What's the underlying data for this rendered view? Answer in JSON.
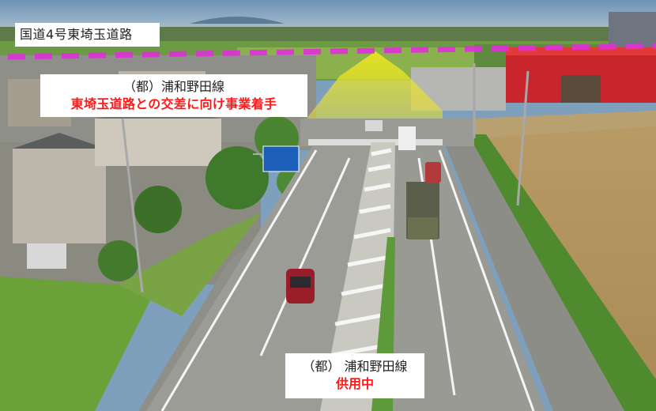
{
  "labels": {
    "route_title": "国道4号東埼玉道路",
    "upper_road_name": "（都）浦和野田線",
    "upper_status": "東埼玉道路との交差に向け事業着手",
    "lower_road_name": "（都） 浦和野田線",
    "lower_status": "供用中"
  },
  "colors": {
    "planned_route_line": "#e030d8",
    "highlight_zone": "#f2ea1c",
    "status_text": "#ff1a1a"
  }
}
